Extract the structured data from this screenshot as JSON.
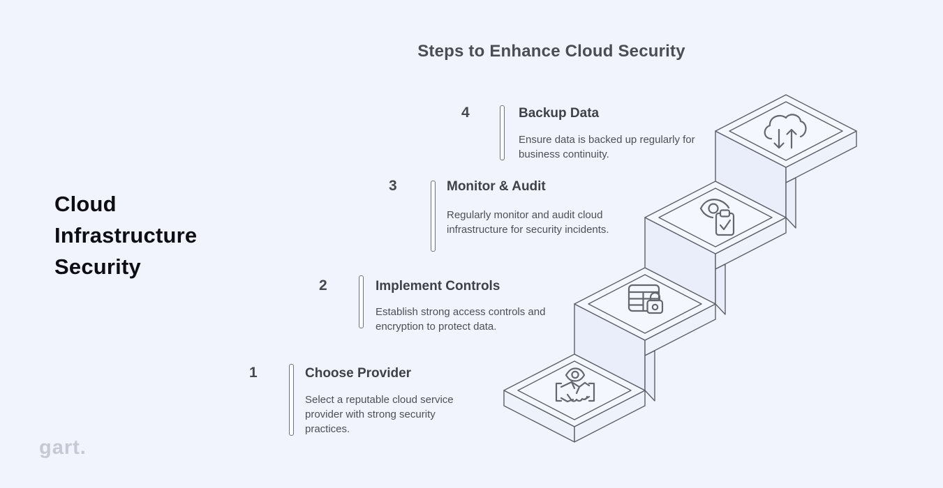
{
  "header": {
    "title": "Steps to Enhance Cloud Security"
  },
  "left_panel": {
    "title": "Cloud Infrastructure Security"
  },
  "steps": [
    {
      "number": "1",
      "title": "Choose Provider",
      "description": "Select a reputable cloud service provider with strong security practices.",
      "icon": "handshake-review-icon"
    },
    {
      "number": "2",
      "title": "Implement Controls",
      "description": "Establish strong access controls and encryption to protect data.",
      "icon": "data-table-lock-icon"
    },
    {
      "number": "3",
      "title": "Monitor & Audit",
      "description": "Regularly monitor and audit cloud infrastructure for security incidents.",
      "icon": "eye-clipboard-check-icon"
    },
    {
      "number": "4",
      "title": "Backup Data",
      "description": "Ensure data is backed up regularly for business continuity.",
      "icon": "cloud-backup-arrows-icon"
    }
  ],
  "footer": {
    "logo_text": "gart."
  },
  "colors": {
    "background": "#f1f4fc",
    "platform_fill": "#f4f7fd",
    "platform_side": "#e9eefa",
    "platform_slab": "#eef2fb",
    "outline": "#5b5f69",
    "icon_stroke": "#64676f",
    "heading_text": "#0d0e13",
    "title_text": "#494d54",
    "step_title_text": "#3e4148",
    "body_text": "#4c4f56",
    "logo_color": "#c6c9d3"
  }
}
